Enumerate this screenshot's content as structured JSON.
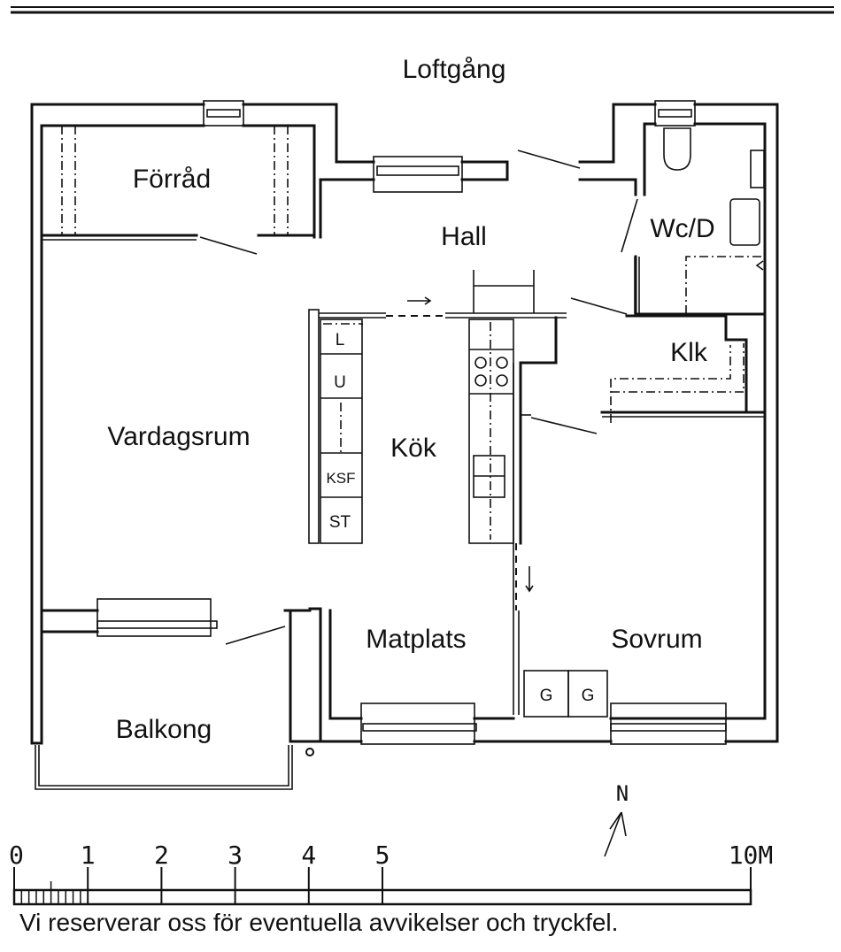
{
  "plan": {
    "corridor_label": "Loftgång",
    "rooms": [
      {
        "id": "forrad",
        "label": "Förråd"
      },
      {
        "id": "hall",
        "label": "Hall"
      },
      {
        "id": "wc",
        "label": "Wc/D"
      },
      {
        "id": "klk",
        "label": "Klk"
      },
      {
        "id": "vardagsrum",
        "label": "Vardagsrum"
      },
      {
        "id": "kok",
        "label": "Kök"
      },
      {
        "id": "matplats",
        "label": "Matplats"
      },
      {
        "id": "sovrum",
        "label": "Sovrum"
      },
      {
        "id": "balkong",
        "label": "Balkong"
      }
    ],
    "fixtures": {
      "kitchen_left": [
        "L",
        "U",
        "",
        "KSF",
        "ST"
      ],
      "wardrobes": [
        "G",
        "G"
      ]
    }
  },
  "compass": {
    "label": "N"
  },
  "scale": {
    "ticks": [
      "0",
      "1",
      "2",
      "3",
      "4",
      "5",
      "10M"
    ],
    "unit": "M"
  },
  "disclaimer": "Vi reserverar oss för eventuella avvikelser och tryckfel."
}
